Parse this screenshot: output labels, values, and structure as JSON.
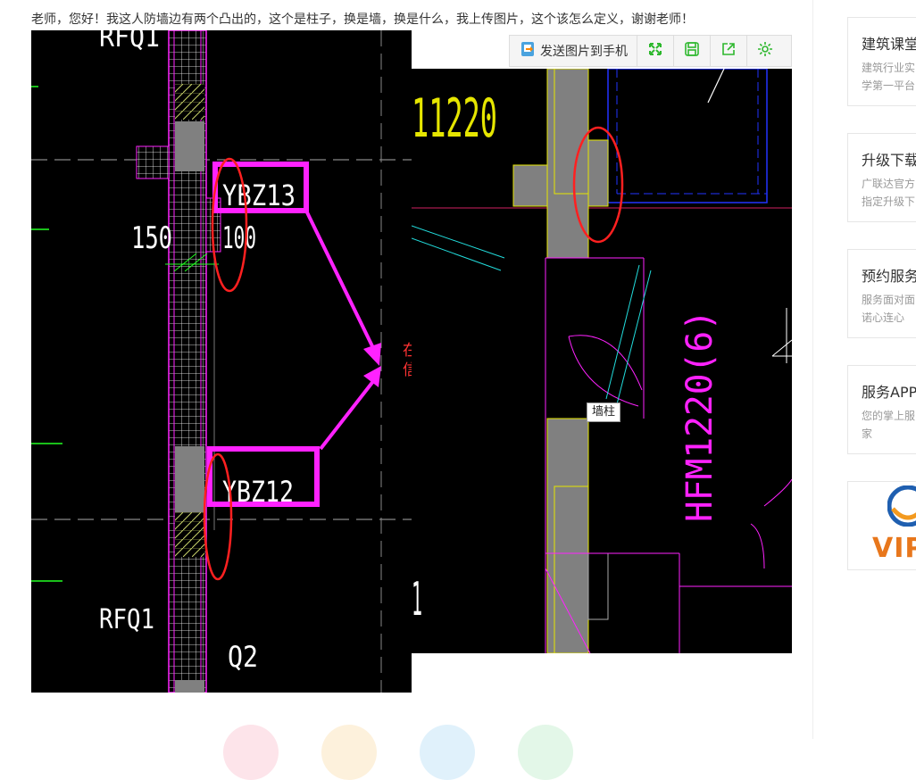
{
  "post": {
    "question": "老师，您好！我这人防墙边有两个凸出的，这个是柱子，换是墙，换是什么，我上传图片，这个该怎么定义，谢谢老师！"
  },
  "cad_left": {
    "labels": {
      "rfq_top": "RFQ1",
      "ybz13": "YBZ13",
      "dim_150": "150",
      "dim_100": "100",
      "ybz12": "YBZ12",
      "rfq_bottom": "RFQ1",
      "q2": "Q2"
    },
    "annotation": {
      "line1": "在暗柱表中看其",
      "line2": "信息。"
    }
  },
  "cad_right": {
    "labels": {
      "top_text": "11220",
      "door_text": "HFM1220(6)",
      "left_digit": "1"
    },
    "tooltip": "墙柱"
  },
  "toolbar": {
    "send_label": "发送图片到手机",
    "icons": [
      "fullscreen-icon",
      "save-icon",
      "share-icon",
      "settings-icon"
    ],
    "accent": "#2eb82e"
  },
  "sidebar": {
    "cards": [
      {
        "title": "建筑课堂",
        "desc1": "建筑行业实",
        "desc2": "学第一平台"
      },
      {
        "title": "升级下载",
        "desc1": "广联达官方",
        "desc2": "指定升级下"
      },
      {
        "title": "预约服务",
        "desc1": "服务面对面",
        "desc2": "诺心连心"
      },
      {
        "title": "服务APP",
        "desc1": "您的掌上服",
        "desc2": "家"
      }
    ],
    "vip": "VIP"
  },
  "colors": {
    "magenta": "#ff22ff",
    "red_circle": "#ff2020",
    "annotation": "#ff3333"
  }
}
